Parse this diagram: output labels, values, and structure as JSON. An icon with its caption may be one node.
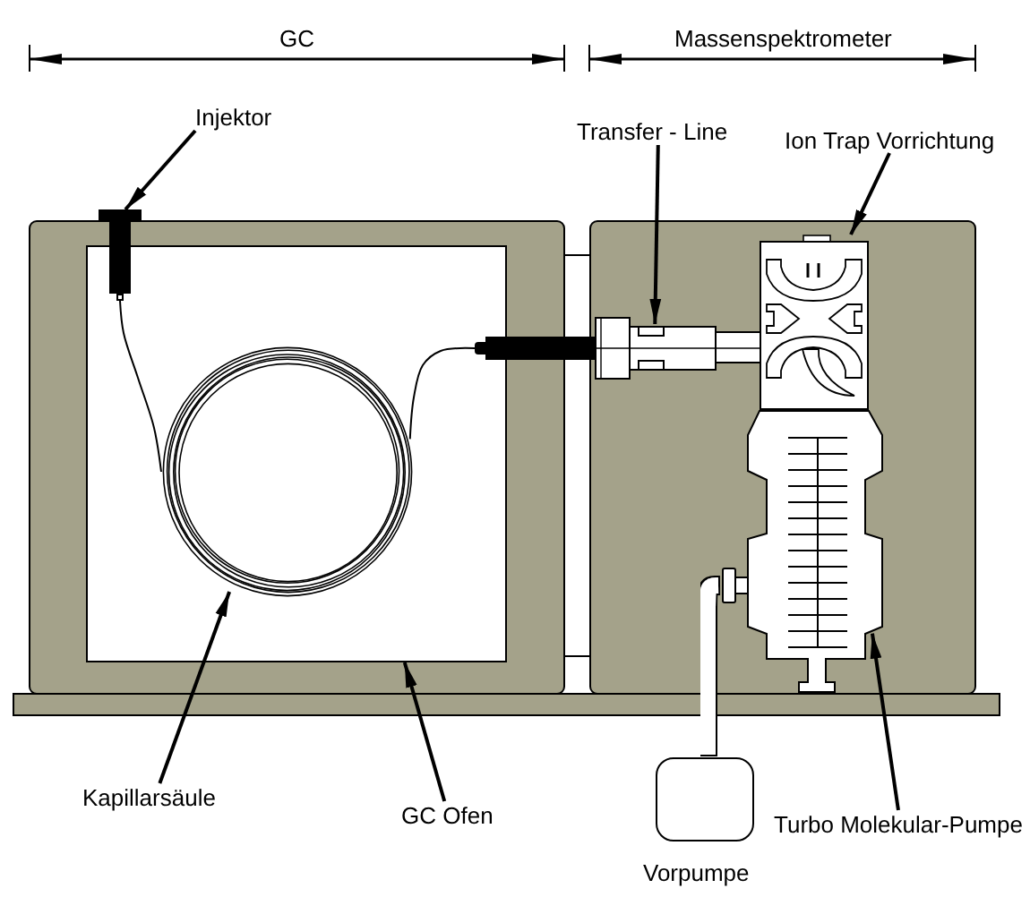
{
  "diagram": {
    "nodes": [
      {
        "text": [
          "Injektor"
        ]
      },
      {
        "text": [
          "Transfer - Line"
        ]
      },
      {
        "text": [
          "Ion Trap Vorrichtung"
        ]
      },
      {
        "text": [],
        "shape": "picture"
      },
      {
        "text": [],
        "shape": "picture"
      },
      {
        "text": [],
        "shape": "picture"
      },
      {
        "text": [],
        "shape": "box"
      },
      {
        "text": [],
        "shape": "circle",
        "in": 6
      },
      {
        "text": [],
        "shape": "picture"
      },
      {
        "text": [
          "Kapillarsäule"
        ]
      },
      {
        "text": [
          "GC Ofen"
        ]
      },
      {
        "text": [
          "Turbo Molekular-Pumpe"
        ]
      },
      {
        "text": [
          "Vorpumpe"
        ]
      }
    ],
    "edges": [
      {
        "from": 0,
        "to": 3,
        "arrow": "to"
      },
      {
        "from": 1,
        "to": 4,
        "arrow": "to"
      },
      {
        "from": 2,
        "to": 5,
        "arrow": "to"
      },
      {
        "from": 3,
        "to": 7,
        "arrow": "none"
      },
      {
        "from": 7,
        "to": 4,
        "arrow": "none"
      },
      {
        "from": 9,
        "to": 7,
        "arrow": "to"
      },
      {
        "from": 10,
        "to": 6,
        "arrow": "to"
      },
      {
        "from": 11,
        "to": 8,
        "arrow": "to"
      },
      {
        "from": 12,
        "to": 8,
        "arrow": "none",
        "style": "thick",
        "color": "#ffffff"
      }
    ],
    "labels": [
      "GC",
      "Massenspektrometer"
    ]
  }
}
